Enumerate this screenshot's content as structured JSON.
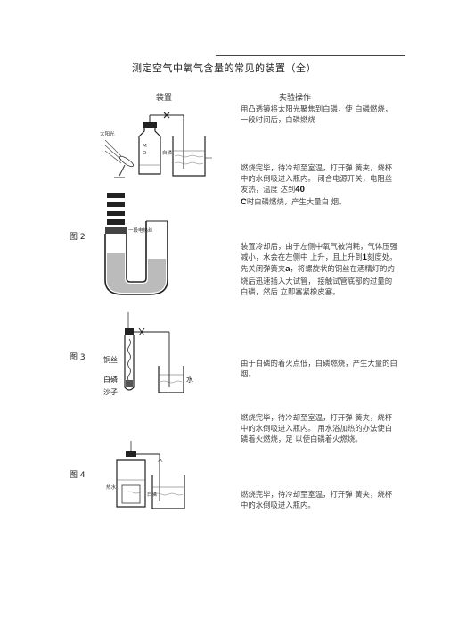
{
  "header": {
    "title": "测定空气中氧气含量的常见的装置（全）"
  },
  "columns": {
    "device": "装置",
    "operation": "实验操作"
  },
  "figures": {
    "fig1": {
      "labels": {
        "sunlight": "太阳光",
        "phosphorus": "白磷"
      }
    },
    "fig2": {
      "label": "图 2",
      "labels": {
        "side": "一段电热丝"
      }
    },
    "fig3": {
      "label": "图 3",
      "labels": {
        "copper": "铜丝",
        "phosphorus": "白磷",
        "sand": "沙子",
        "water": "水"
      }
    },
    "fig4": {
      "label": "图 4",
      "labels": {
        "hotwater": "热水",
        "water": "水",
        "phosphorus": "白磷"
      }
    }
  },
  "texts": {
    "t1": "用凸透镜将太阳光聚焦到白磷，使 白磷燃烧，一段时间后，白磷燃烧",
    "t2a": "燃烧完毕，待冷却至室温，打开弹 簧夹，烧杯中的水倒吸进入瓶内。 闭合电源开关，电阻丝发热，温度 达到",
    "t2n": "40",
    "t2c": "C",
    "t2b": "时白磷燃烧，产生大量白 烟。",
    "t3a": "装置冷却后，由于左侧中氧气被消耗，气体压强减小，水会在左侧中 上升，且上升到",
    "t3n": "1",
    "t3b": "刻度处。",
    "t4a": "先关闭弹簧夹",
    "t4n": "a",
    "t4b": "，将螺旋状的铜丝在酒精灯的灼烧后迅速插入大试管， 接触试管底部的过量的白磷，然后 立即塞紧橡皮塞。",
    "t5": "由于白磷的着火点低，白磷燃烧，产生大量的白烟。",
    "t6": "燃烧完毕，待冷却至室温，打开弹 簧夹，烧杯中的水倒吸进入瓶内。 用水浴加热的办法使白磷着火燃烧，足 以使白磷着火燃烧。",
    "t7": "燃烧完毕，待冷却至室温，打开弹 簧夹，烧杯中的水倒吸进入瓶内。"
  }
}
